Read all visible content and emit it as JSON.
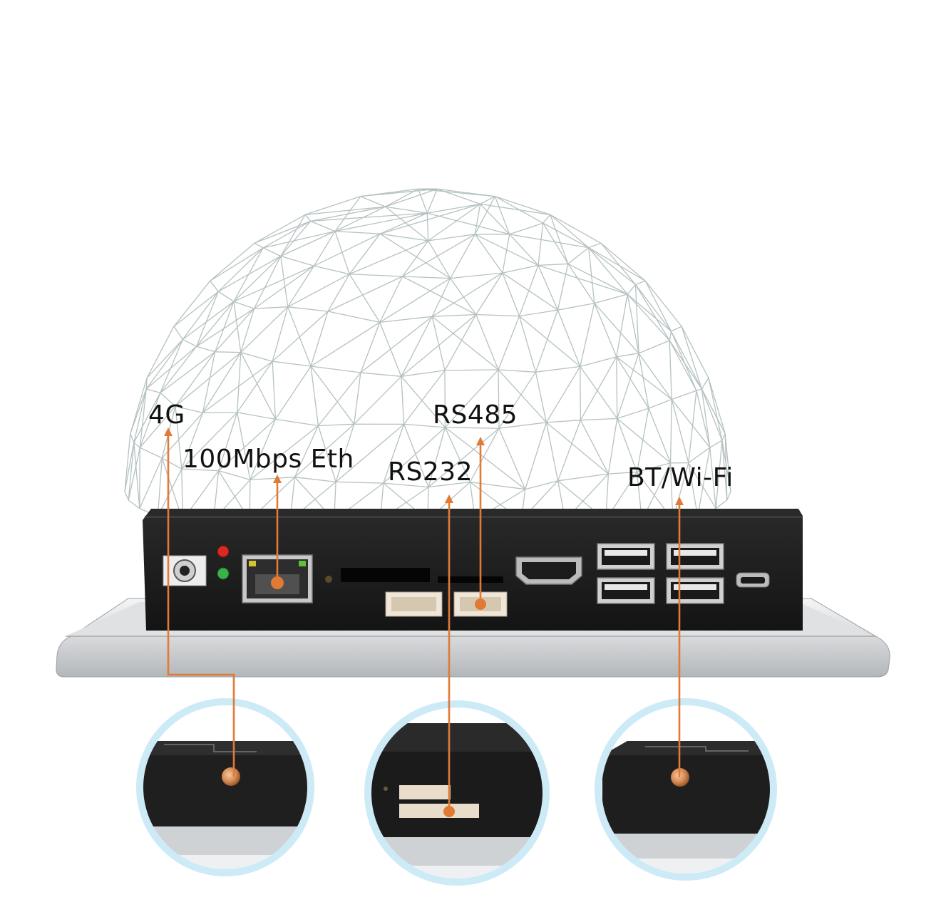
{
  "labels": {
    "lte": "4G",
    "ethernet": "100Mbps Eth",
    "rs232": "RS232",
    "rs485": "RS485",
    "bt_wifi": "BT/Wi-Fi"
  },
  "colors": {
    "callout_line": "#e07a35",
    "globe_mesh": "#a9b7b7",
    "device_body": "#1e1e1e",
    "bezel": "#d4d6d8",
    "detail_ring": "#cdeaf7"
  },
  "icons": [
    "dc-power-jack-icon",
    "led-red-icon",
    "led-green-icon",
    "rj45-port-icon",
    "sd-slot-icon",
    "terminal-connector-icon",
    "hdmi-port-icon",
    "usb-port-icon",
    "micro-usb-port-icon",
    "antenna-connector-icon"
  ]
}
